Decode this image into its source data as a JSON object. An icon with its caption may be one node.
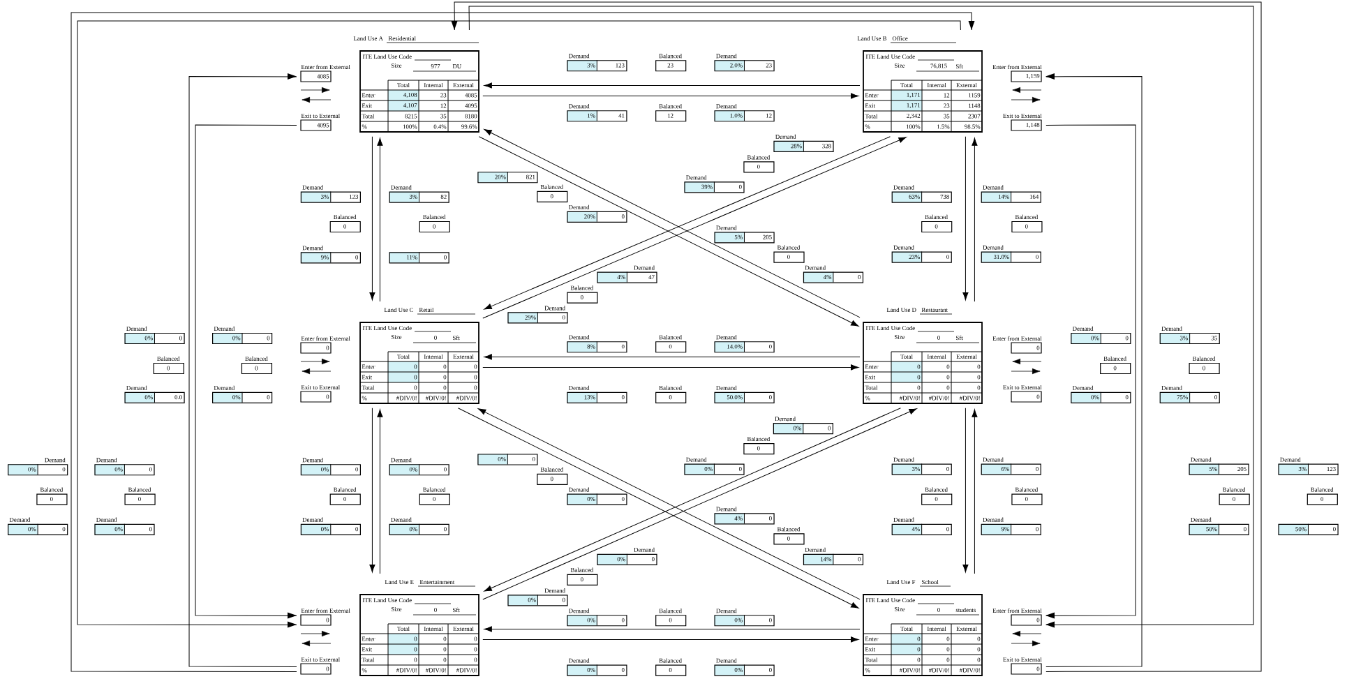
{
  "diagram": {
    "nodes": [
      {
        "text": [
          "Land Use A",
          "Residential",
          "ITE Land Use Code",
          "Size",
          "977",
          "DU",
          "Total",
          "Internal",
          "External",
          "Enter",
          "4,108",
          "23",
          "4085",
          "Exit",
          "4,107",
          "12",
          "4095",
          "Total",
          "8215",
          "35",
          "8180",
          "%",
          "100%",
          "0.4%",
          "99.6%"
        ]
      },
      {
        "text": [
          "Enter from External",
          "4085"
        ]
      },
      {
        "text": [
          "Exit to External",
          "4095"
        ]
      },
      {
        "text": [
          "Land Use B",
          "Office",
          "ITE Land Use Code",
          "Size",
          "76,815",
          "Sft",
          "Total",
          "Internal",
          "External",
          "Enter",
          "1,171",
          "12",
          "1159",
          "Exit",
          "1,171",
          "23",
          "1148",
          "Total",
          "2,342",
          "35",
          "2307",
          "%",
          "100%",
          "1.5%",
          "98.5%"
        ]
      },
      {
        "text": [
          "Enter from External",
          "1,159"
        ]
      },
      {
        "text": [
          "Exit to External",
          "1,148"
        ]
      },
      {
        "text": [
          "Land Use C",
          "Retail",
          "ITE Land Use Code",
          "Size",
          "0",
          "Sft",
          "Total",
          "Internal",
          "External",
          "Enter",
          "0",
          "0",
          "0",
          "Exit",
          "0",
          "0",
          "0",
          "Total",
          "0",
          "0",
          "0",
          "%",
          "#DIV/0!",
          "#DIV/0!",
          "#DIV/0!"
        ]
      },
      {
        "text": [
          "Enter from External",
          "0"
        ]
      },
      {
        "text": [
          "Exit to External",
          "0"
        ]
      },
      {
        "text": [
          "Land Use D",
          "Restaurant",
          "ITE Land Use Code",
          "Size",
          "0",
          "Sft",
          "Total",
          "Internal",
          "External",
          "Enter",
          "0",
          "0",
          "0",
          "Exit",
          "0",
          "0",
          "0",
          "Total",
          "0",
          "0",
          "0",
          "%",
          "#DIV/0!",
          "#DIV/0!",
          "#DIV/0!"
        ]
      },
      {
        "text": [
          "Enter from External",
          "0"
        ]
      },
      {
        "text": [
          "Exit to External",
          "0"
        ]
      },
      {
        "text": [
          "Land Use E",
          "Entertainment",
          "ITE Land Use Code",
          "Size",
          "0",
          "Sft",
          "Total",
          "Internal",
          "External",
          "Enter",
          "0",
          "0",
          "0",
          "Exit",
          "0",
          "0",
          "0",
          "Total",
          "0",
          "0",
          "0",
          "%",
          "#DIV/0!",
          "#DIV/0!",
          "#DIV/0!"
        ]
      },
      {
        "text": [
          "Enter from External",
          "0"
        ]
      },
      {
        "text": [
          "Exit to External",
          "0"
        ]
      },
      {
        "text": [
          "Land Use F",
          "School",
          "ITE Land Use Code",
          "Size",
          "0",
          "students",
          "Total",
          "Internal",
          "External",
          "Enter",
          "0",
          "0",
          "0",
          "Exit",
          "0",
          "0",
          "0",
          "Total",
          "0",
          "0",
          "0",
          "%",
          "#DIV/0!",
          "#DIV/0!",
          "#DIV/0!"
        ]
      },
      {
        "text": [
          "Enter from External",
          "0"
        ]
      },
      {
        "text": [
          "Exit to External",
          "0"
        ]
      },
      {
        "text": [
          "Demand",
          "3%",
          "123"
        ]
      },
      {
        "text": [
          "Balanced",
          "23"
        ]
      },
      {
        "text": [
          "Demand",
          "1%",
          "41"
        ]
      },
      {
        "text": [
          "Balanced",
          "12"
        ]
      },
      {
        "text": [
          "Demand",
          "2.0%",
          "23"
        ]
      },
      {
        "text": [
          "Demand",
          "1.0%",
          "12"
        ]
      },
      {
        "text": [
          "Demand",
          "28%",
          "328"
        ]
      },
      {
        "text": [
          "Balanced",
          "0"
        ]
      },
      {
        "text": [
          "Demand",
          "39%",
          "0"
        ]
      },
      {
        "text": [
          "20%",
          "821"
        ]
      },
      {
        "text": [
          "Balanced",
          "0"
        ]
      },
      {
        "text": [
          "Demand",
          "20%",
          "0"
        ]
      },
      {
        "text": [
          "Demand",
          "3%",
          "123"
        ]
      },
      {
        "text": [
          "Demand",
          "3%",
          "82"
        ]
      },
      {
        "text": [
          "Balanced",
          "0"
        ]
      },
      {
        "text": [
          "Balanced",
          "0"
        ]
      },
      {
        "text": [
          "Demand",
          "9%",
          "0"
        ]
      },
      {
        "text": [
          "11%",
          "0"
        ]
      },
      {
        "text": [
          "Demand",
          "5%",
          "205"
        ]
      },
      {
        "text": [
          "Balanced",
          "0"
        ]
      },
      {
        "text": [
          "Demand",
          "4%",
          "0"
        ]
      },
      {
        "text": [
          "Demand",
          "63%",
          "738"
        ]
      },
      {
        "text": [
          "Demand",
          "14%",
          "164"
        ]
      },
      {
        "text": [
          "Balanced",
          "0"
        ]
      },
      {
        "text": [
          "Balanced",
          "0"
        ]
      },
      {
        "text": [
          "Demand",
          "23%",
          "0"
        ]
      },
      {
        "text": [
          "Demand",
          "31.0%",
          "0"
        ]
      },
      {
        "text": [
          "Demand",
          "4%",
          "47"
        ]
      },
      {
        "text": [
          "Balanced",
          "0"
        ]
      },
      {
        "text": [
          "Demand",
          "29%",
          "0"
        ]
      },
      {
        "text": [
          "Demand",
          "0%",
          "0"
        ]
      },
      {
        "text": [
          "Demand",
          "0%",
          "0"
        ]
      },
      {
        "text": [
          "Balanced",
          "0"
        ]
      },
      {
        "text": [
          "Balanced",
          "0"
        ]
      },
      {
        "text": [
          "Demand",
          "0%",
          "0.0"
        ]
      },
      {
        "text": [
          "Demand",
          "0%",
          "0"
        ]
      },
      {
        "text": [
          "Demand",
          "8%",
          "0"
        ]
      },
      {
        "text": [
          "Balanced",
          "0"
        ]
      },
      {
        "text": [
          "Demand",
          "14.0%",
          "0"
        ]
      },
      {
        "text": [
          "Demand",
          "13%",
          "0"
        ]
      },
      {
        "text": [
          "Balanced",
          "0"
        ]
      },
      {
        "text": [
          "Demand",
          "50.0%",
          "0"
        ]
      },
      {
        "text": [
          "Demand",
          "0%",
          "0"
        ]
      },
      {
        "text": [
          "Demand",
          "3%",
          "35"
        ]
      },
      {
        "text": [
          "Balanced",
          "0"
        ]
      },
      {
        "text": [
          "Balanced",
          "0"
        ]
      },
      {
        "text": [
          "Demand",
          "0%",
          "0"
        ]
      },
      {
        "text": [
          "Demand",
          "75%",
          "0"
        ]
      },
      {
        "text": [
          "Demand",
          "0%",
          "0"
        ]
      },
      {
        "text": [
          "Demand",
          "0%",
          "0"
        ]
      },
      {
        "text": [
          "Balanced",
          "0"
        ]
      },
      {
        "text": [
          "Balanced",
          "0"
        ]
      },
      {
        "text": [
          "Demand",
          "0%",
          "0"
        ]
      },
      {
        "text": [
          "Demand",
          "0%",
          "0"
        ]
      },
      {
        "text": [
          "Demand",
          "0%",
          "0"
        ]
      },
      {
        "text": [
          "Demand",
          "0%",
          "0"
        ]
      },
      {
        "text": [
          "Balanced",
          "0"
        ]
      },
      {
        "text": [
          "Balanced",
          "0"
        ]
      },
      {
        "text": [
          "Demand",
          "0%",
          "0"
        ]
      },
      {
        "text": [
          "Demand",
          "0%",
          "0"
        ]
      },
      {
        "text": [
          "0%",
          "0"
        ]
      },
      {
        "text": [
          "Balanced",
          "0"
        ]
      },
      {
        "text": [
          "Demand",
          "0%",
          "0"
        ]
      },
      {
        "text": [
          "Demand",
          "0%",
          "0"
        ]
      },
      {
        "text": [
          "Balanced",
          "0"
        ]
      },
      {
        "text": [
          "Demand",
          "0%",
          "0"
        ]
      },
      {
        "text": [
          "Demand",
          "4%",
          "0"
        ]
      },
      {
        "text": [
          "Balanced",
          "0"
        ]
      },
      {
        "text": [
          "Demand",
          "14%",
          "0"
        ]
      },
      {
        "text": [
          "Demand",
          "0%",
          "0"
        ]
      },
      {
        "text": [
          "Balanced",
          "0"
        ]
      },
      {
        "text": [
          "Demand",
          "0%",
          "0"
        ]
      },
      {
        "text": [
          "Demand",
          "3%",
          "0"
        ]
      },
      {
        "text": [
          "Demand",
          "6%",
          "0"
        ]
      },
      {
        "text": [
          "Balanced",
          "0"
        ]
      },
      {
        "text": [
          "Balanced",
          "0"
        ]
      },
      {
        "text": [
          "Demand",
          "4%",
          "0"
        ]
      },
      {
        "text": [
          "Demand",
          "9%",
          "0"
        ]
      },
      {
        "text": [
          "Demand",
          "5%",
          "205"
        ]
      },
      {
        "text": [
          "Demand",
          "3%",
          "123"
        ]
      },
      {
        "text": [
          "Balanced",
          "0"
        ]
      },
      {
        "text": [
          "Balanced",
          "0"
        ]
      },
      {
        "text": [
          "Demand",
          "50%",
          "0"
        ]
      },
      {
        "text": [
          "50%",
          "0"
        ]
      },
      {
        "text": [
          "Demand",
          "0%",
          "0"
        ]
      },
      {
        "text": [
          "Balanced",
          "0"
        ]
      },
      {
        "text": [
          "Demand",
          "0%",
          "0"
        ]
      },
      {
        "text": [
          "Demand",
          "0%",
          "0"
        ]
      },
      {
        "text": [
          "Balanced",
          "0"
        ]
      },
      {
        "text": [
          "Demand",
          "0%",
          "0"
        ]
      }
    ],
    "edges": [
      {
        "from": 3,
        "to": 0,
        "arrow": "to"
      },
      {
        "from": 0,
        "to": 3,
        "arrow": "to"
      },
      {
        "from": 0,
        "to": 6,
        "arrow": "to"
      },
      {
        "from": 6,
        "to": 0,
        "arrow": "to"
      },
      {
        "from": 9,
        "to": 0,
        "arrow": "to"
      },
      {
        "from": 0,
        "to": 9,
        "arrow": "to"
      },
      {
        "from": 6,
        "to": 3,
        "arrow": "to"
      },
      {
        "from": 3,
        "to": 6,
        "arrow": "to"
      },
      {
        "from": 3,
        "to": 9,
        "arrow": "to"
      },
      {
        "from": 9,
        "to": 3,
        "arrow": "to"
      },
      {
        "from": 9,
        "to": 6,
        "arrow": "to"
      },
      {
        "from": 6,
        "to": 9,
        "arrow": "to"
      },
      {
        "from": 6,
        "to": 12,
        "arrow": "to"
      },
      {
        "from": 12,
        "to": 6,
        "arrow": "to"
      },
      {
        "from": 15,
        "to": 6,
        "arrow": "to"
      },
      {
        "from": 6,
        "to": 15,
        "arrow": "to"
      },
      {
        "from": 12,
        "to": 9,
        "arrow": "to"
      },
      {
        "from": 9,
        "to": 12,
        "arrow": "to"
      },
      {
        "from": 9,
        "to": 15,
        "arrow": "to"
      },
      {
        "from": 15,
        "to": 9,
        "arrow": "to"
      },
      {
        "from": 15,
        "to": 12,
        "arrow": "to"
      },
      {
        "from": 12,
        "to": 15,
        "arrow": "to"
      },
      {
        "from": 14,
        "to": 1,
        "arrow": "to"
      },
      {
        "from": 2,
        "to": 13,
        "arrow": "to"
      },
      {
        "from": 14,
        "to": 3,
        "arrow": "to"
      },
      {
        "from": 3,
        "to": 13,
        "arrow": "to"
      },
      {
        "from": 17,
        "to": 4,
        "arrow": "to"
      },
      {
        "from": 5,
        "to": 16,
        "arrow": "to"
      },
      {
        "from": 17,
        "to": 0,
        "arrow": "to"
      },
      {
        "from": 0,
        "to": 16,
        "arrow": "to"
      }
    ]
  }
}
